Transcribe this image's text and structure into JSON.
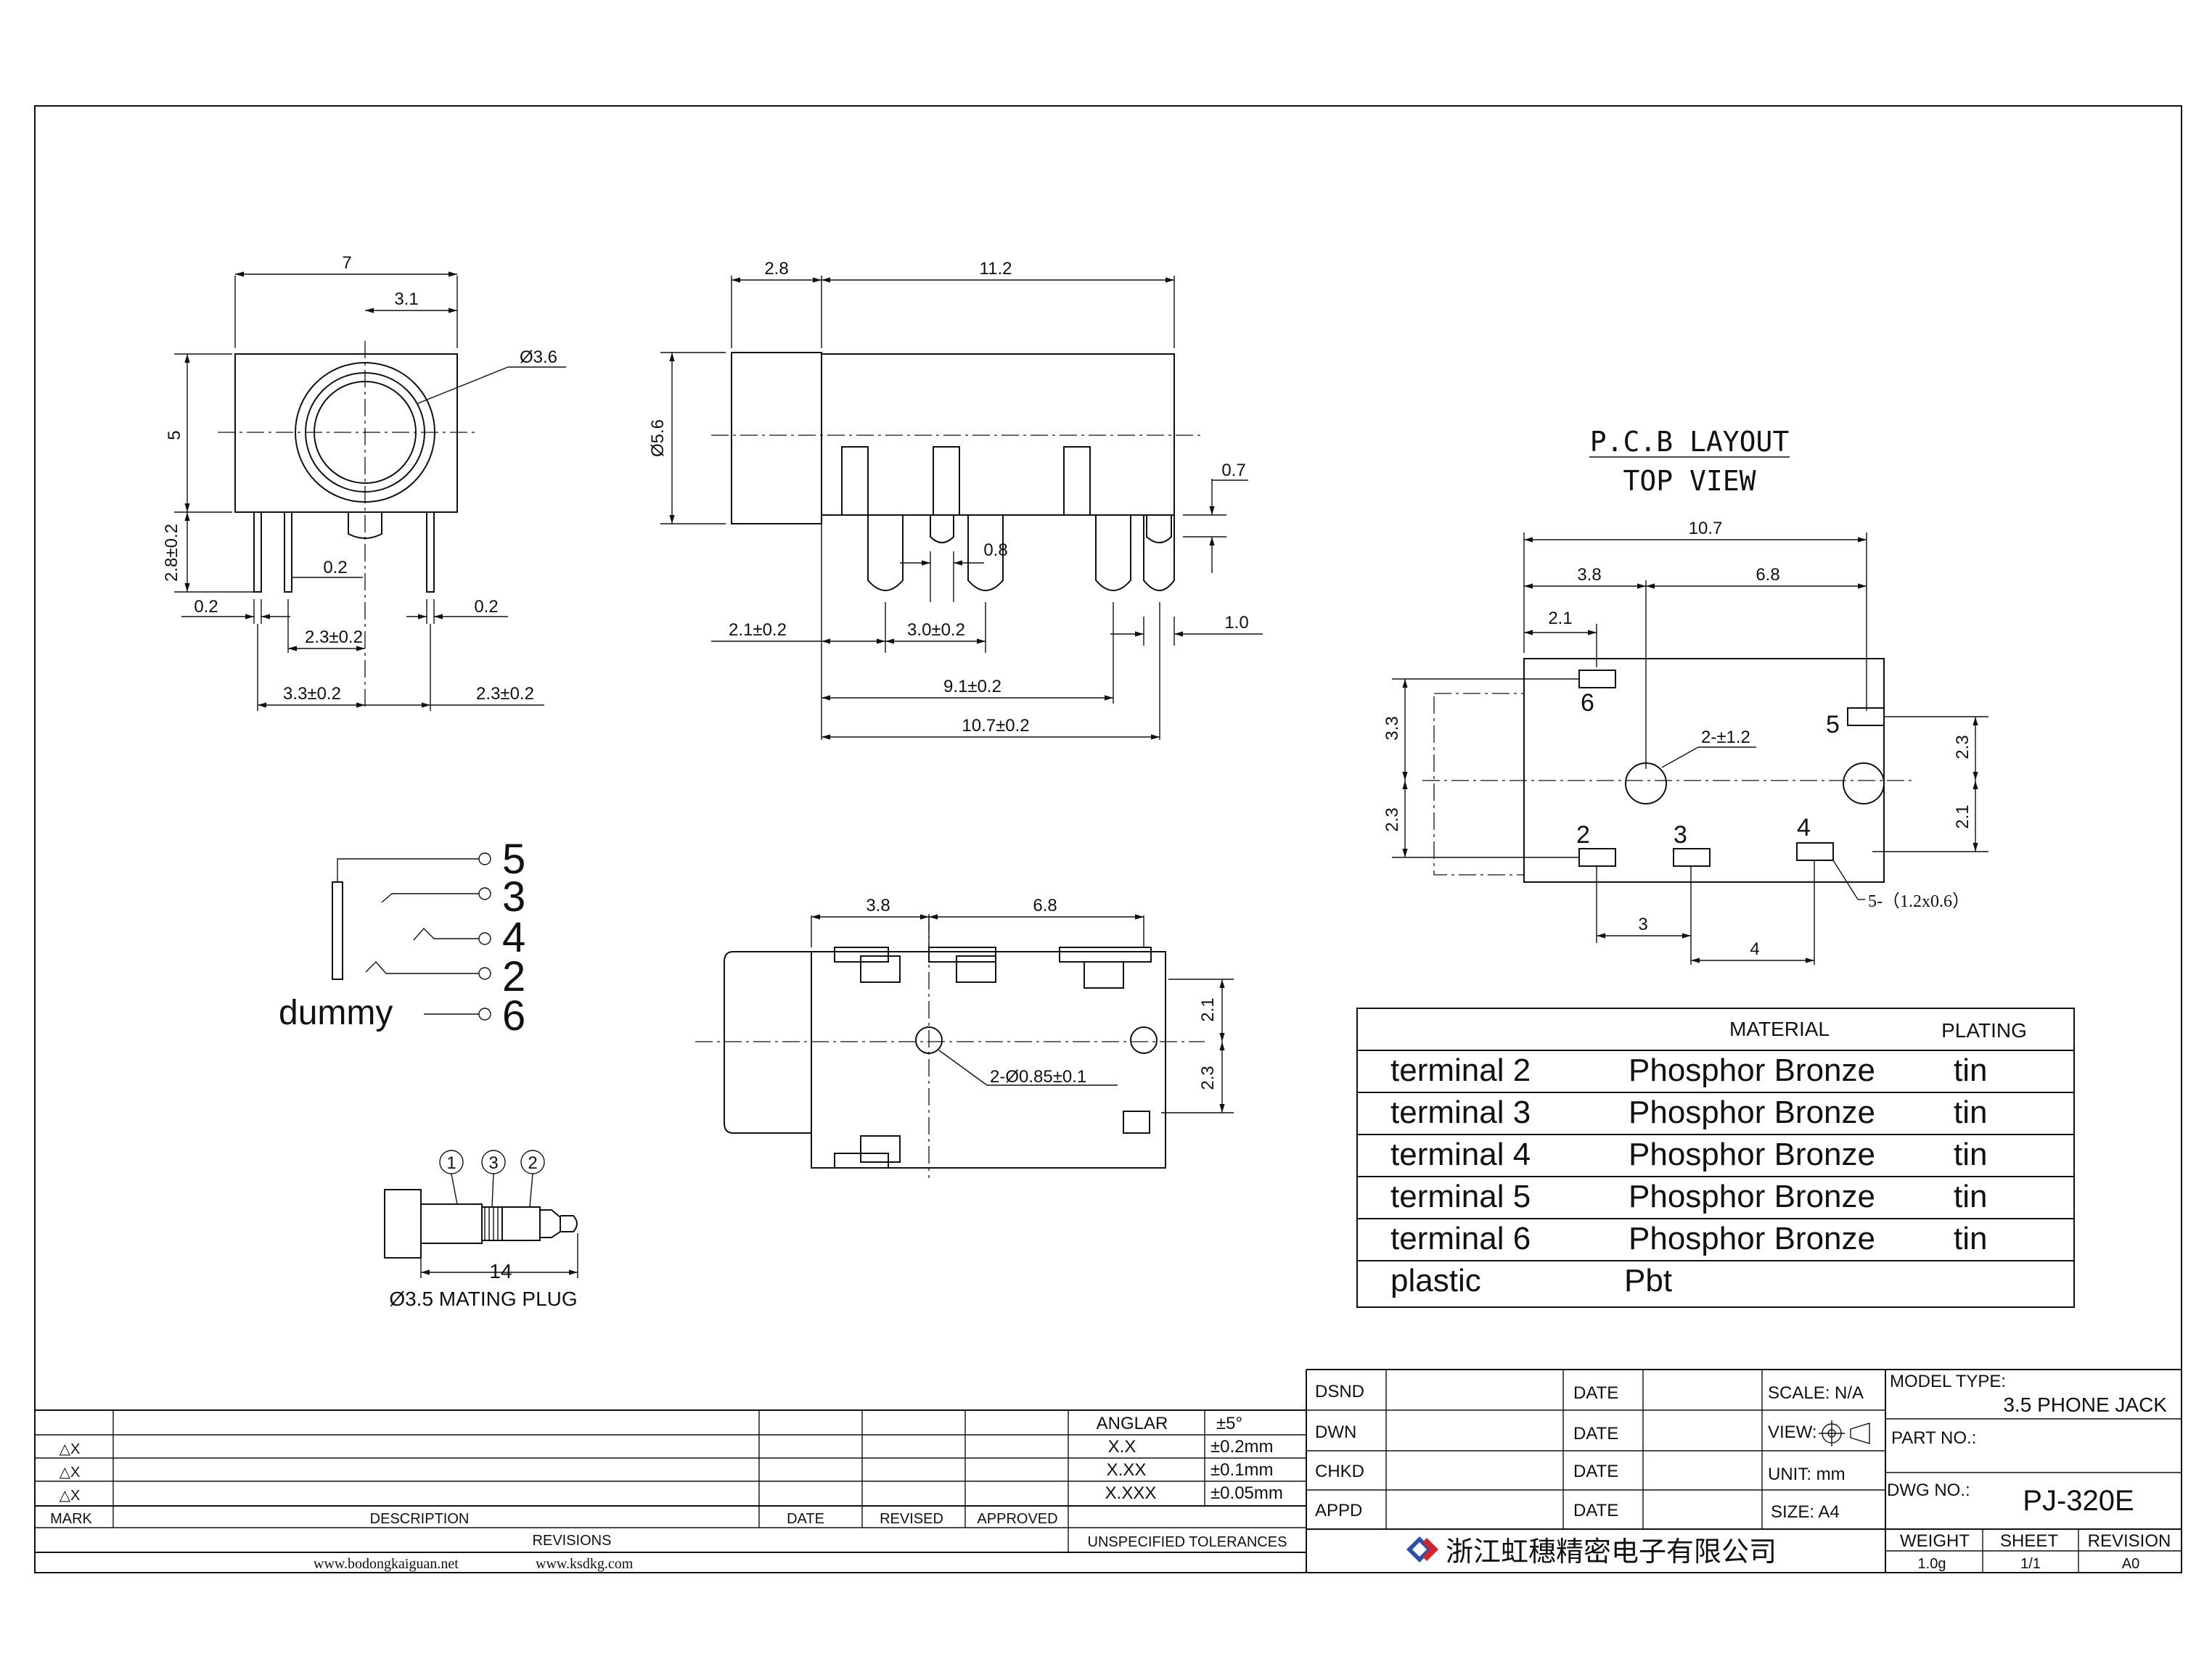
{
  "side_view": {
    "dim_2_8": "2.8",
    "dim_11_2": "11.2",
    "dim_d5_6": "Ø5.6",
    "dim_0_7": "0.7",
    "dim_0_8": "0.8",
    "dim_2_1": "2.1±0.2",
    "dim_3_0": "3.0±0.2",
    "dim_1_0": "1.0",
    "dim_9_1": "9.1±0.2",
    "dim_10_7": "10.7±0.2"
  },
  "front_view": {
    "dim_7": "7",
    "dim_3_1": "3.1",
    "dim_d3_6": "Ø3.6",
    "dim_5": "5",
    "dim_2_8": "2.8±0.2",
    "dim_0_2a": "0.2",
    "dim_0_2b": "0.2",
    "dim_0_2c": "0.2",
    "dim_2_3a": "2.3±0.2",
    "dim_3_3": "3.3±0.2",
    "dim_2_3b": "2.3±0.2"
  },
  "pcb_layout": {
    "title": "P.C.B LAYOUT",
    "subtitle": "TOP VIEW",
    "dim_10_7": "10.7",
    "dim_3_8": "3.8",
    "dim_6_8": "6.8",
    "dim_2_1a": "2.1",
    "dim_3_3": "3.3",
    "dim_2_3a": "2.3",
    "dim_2_3b": "2.3",
    "dim_2_1b": "2.1",
    "dim_3": "3",
    "dim_4": "4",
    "hole_note": "2-±1.2",
    "pad_note": "5-（1.2x0.6）",
    "pin_labels": [
      "6",
      "5",
      "2",
      "3",
      "4"
    ]
  },
  "bottom_view": {
    "dim_3_8": "3.8",
    "dim_6_8": "6.8",
    "dim_2_1": "2.1",
    "dim_2_3": "2.3",
    "hole_note": "2-Ø0.85±0.1"
  },
  "schematic": {
    "pins": [
      "5",
      "3",
      "4",
      "2",
      "6"
    ],
    "dummy_label": "dummy"
  },
  "plug": {
    "numbers": [
      "1",
      "3",
      "2"
    ],
    "dim_14": "14",
    "caption": "Ø3.5 MATING PLUG"
  },
  "materials": {
    "header_material": "MATERIAL",
    "header_plating": "PLATING",
    "rows": [
      {
        "part": "terminal 2",
        "material": "Phosphor Bronze",
        "plating": "tin"
      },
      {
        "part": "terminal 3",
        "material": "Phosphor Bronze",
        "plating": "tin"
      },
      {
        "part": "terminal 4",
        "material": "Phosphor Bronze",
        "plating": "tin"
      },
      {
        "part": "terminal 5",
        "material": "Phosphor Bronze",
        "plating": "tin"
      },
      {
        "part": "terminal 6",
        "material": "Phosphor Bronze",
        "plating": "tin"
      },
      {
        "part": "plastic",
        "material": "Pbt",
        "plating": ""
      }
    ]
  },
  "revisions": {
    "marks": [
      "△X",
      "△X",
      "△X"
    ],
    "col_mark": "MARK",
    "col_description": "DESCRIPTION",
    "col_date": "DATE",
    "col_revised": "REVISED",
    "col_approved": "APPROVED",
    "footer": "REVISIONS"
  },
  "tolerances": {
    "rows": [
      {
        "label": "ANGLAR",
        "value": "±5°"
      },
      {
        "label": "X.X",
        "value": "±0.2mm"
      },
      {
        "label": "X.XX",
        "value": "±0.1mm"
      },
      {
        "label": "X.XXX",
        "value": "±0.05mm"
      }
    ],
    "footer": "UNSPECIFIED TOLERANCES"
  },
  "title_block": {
    "dsnd": "DSND",
    "dwn": "DWN",
    "chkd": "CHKD",
    "appd": "APPD",
    "date": "DATE",
    "scale": "SCALE: N/A",
    "view": "VIEW:",
    "unit": "UNIT: mm",
    "size": "SIZE: A4",
    "model_type_label": "MODEL TYPE:",
    "model_type": "3.5 PHONE JACK",
    "part_no_label": "PART NO.:",
    "dwg_no_label": "DWG NO.:",
    "dwg_no": "PJ-320E",
    "company": "浙江虹穗精密电子有限公司",
    "weight_label": "WEIGHT",
    "weight": "1.0g",
    "sheet_label": "SHEET",
    "sheet": "1/1",
    "revision_label": "REVISION",
    "revision": "A0"
  },
  "websites": {
    "site1": "www.bodongkaiguan.net",
    "site2": "www.ksdkg.com"
  },
  "colors": {
    "line": "#111111",
    "logo_blue": "#2b4fa8",
    "logo_red": "#d3242b"
  }
}
